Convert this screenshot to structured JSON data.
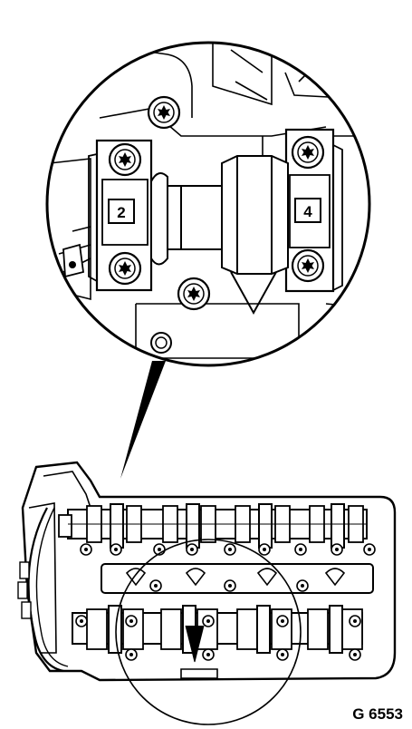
{
  "figure": {
    "code": "G 6553"
  },
  "detail": {
    "cap_labels": [
      "2",
      "4"
    ]
  },
  "colors": {
    "line": "#000000",
    "paper": "#ffffff"
  }
}
